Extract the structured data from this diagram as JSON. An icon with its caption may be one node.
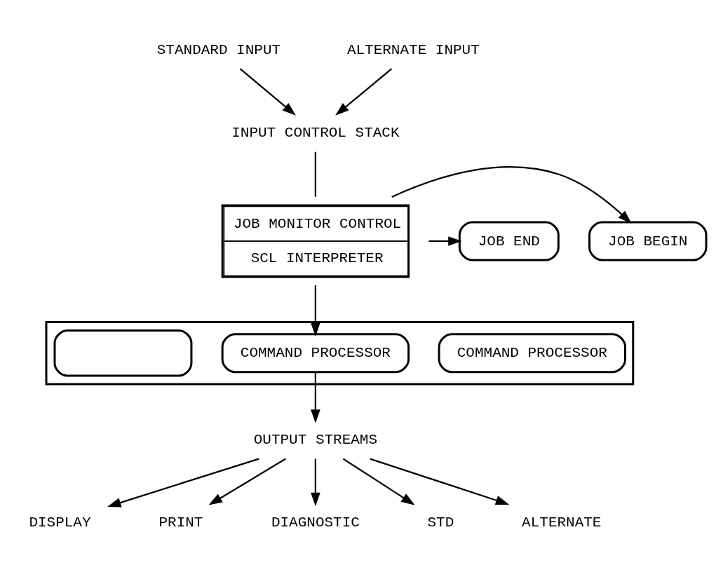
{
  "diagram": {
    "nodes": [
      {
        "text": [
          "STANDARD INPUT"
        ]
      },
      {
        "text": [
          "ALTERNATE INPUT"
        ]
      },
      {
        "text": [
          "INPUT CONTROL STACK"
        ]
      },
      {
        "text": [
          "JOB MONITOR CONTROL",
          "SCL INTERPRETER"
        ]
      },
      {
        "text": [
          "JOB BEGIN"
        ]
      },
      {
        "text": [
          "JOB END"
        ]
      },
      {
        "text": [],
        "shape": "box"
      },
      {
        "text": [
          "COMMAND PROCESSOR"
        ],
        "in": 6
      },
      {
        "text": [
          "COMMAND PROCESSOR"
        ],
        "in": 6
      },
      {
        "text": [],
        "shape": "box",
        "in": 6
      },
      {
        "text": [
          "OUTPUT STREAMS"
        ]
      },
      {
        "text": [
          "DISPLAY"
        ]
      },
      {
        "text": [
          "PRINT"
        ]
      },
      {
        "text": [
          "DIAGNOSTIC"
        ]
      },
      {
        "text": [
          "STD"
        ]
      },
      {
        "text": [
          "ALTERNATE"
        ]
      }
    ],
    "edges": [
      {
        "from": 0,
        "to": 2,
        "arrow": "to"
      },
      {
        "from": 1,
        "to": 2,
        "arrow": "to"
      },
      {
        "from": 2,
        "to": 3,
        "arrow": "none"
      },
      {
        "from": 3,
        "to": 4,
        "arrow": "to"
      },
      {
        "from": 3,
        "to": 5,
        "arrow": "to"
      },
      {
        "from": 3,
        "to": 8,
        "arrow": "to"
      },
      {
        "from": 8,
        "to": 10,
        "arrow": "to"
      },
      {
        "from": 10,
        "to": 11,
        "arrow": "to"
      },
      {
        "from": 10,
        "to": 12,
        "arrow": "to"
      },
      {
        "from": 10,
        "to": 13,
        "arrow": "to"
      },
      {
        "from": 10,
        "to": 14,
        "arrow": "to"
      },
      {
        "from": 10,
        "to": 15,
        "arrow": "to"
      }
    ]
  }
}
